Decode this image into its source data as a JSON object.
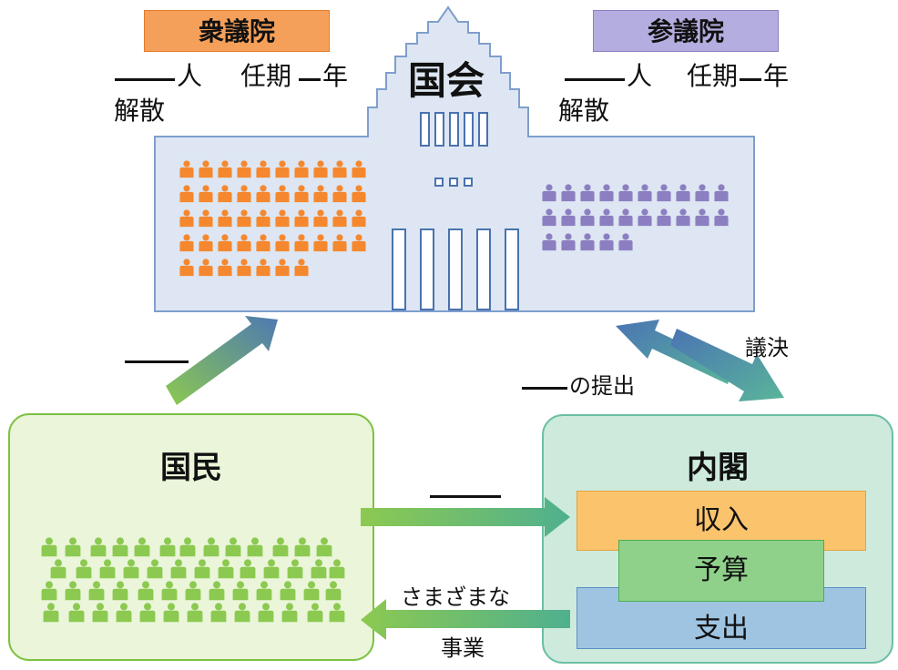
{
  "diet": {
    "title": "国会",
    "lower_house": {
      "name": "衆議院",
      "seats_suffix": "人",
      "term_label": "任期",
      "term_suffix": "年",
      "note": "解散"
    },
    "upper_house": {
      "name": "参議院",
      "seats_suffix": "人",
      "term_label": "任期",
      "term_suffix": "年",
      "note": "解散"
    }
  },
  "people": {
    "title": "国民"
  },
  "cabinet": {
    "title": "内閣",
    "revenue": "収入",
    "budget": "予算",
    "expenditure": "支出"
  },
  "arrows": {
    "people_to_diet_blank": "",
    "cabinet_to_diet": "の提出",
    "diet_to_cabinet": "議決",
    "people_to_cabinet_blank": "",
    "cabinet_to_people_line1": "さまざまな",
    "cabinet_to_people_line2": "事業"
  },
  "colors": {
    "lower_house": "#f5882f",
    "upper_house": "#8c7fc1",
    "building": "#dde6f2",
    "building_border": "#7f9fcc",
    "people_box": "#eaf5d9",
    "people_border": "#7cc242",
    "cabinet_box": "#cdeadd",
    "cabinet_border": "#6cbfa3",
    "revenue": "#fbc36c",
    "budget": "#8fd18a",
    "expenditure": "#9ec4e2",
    "citizen": "#8cc950"
  },
  "icons": [
    "person-icon"
  ]
}
